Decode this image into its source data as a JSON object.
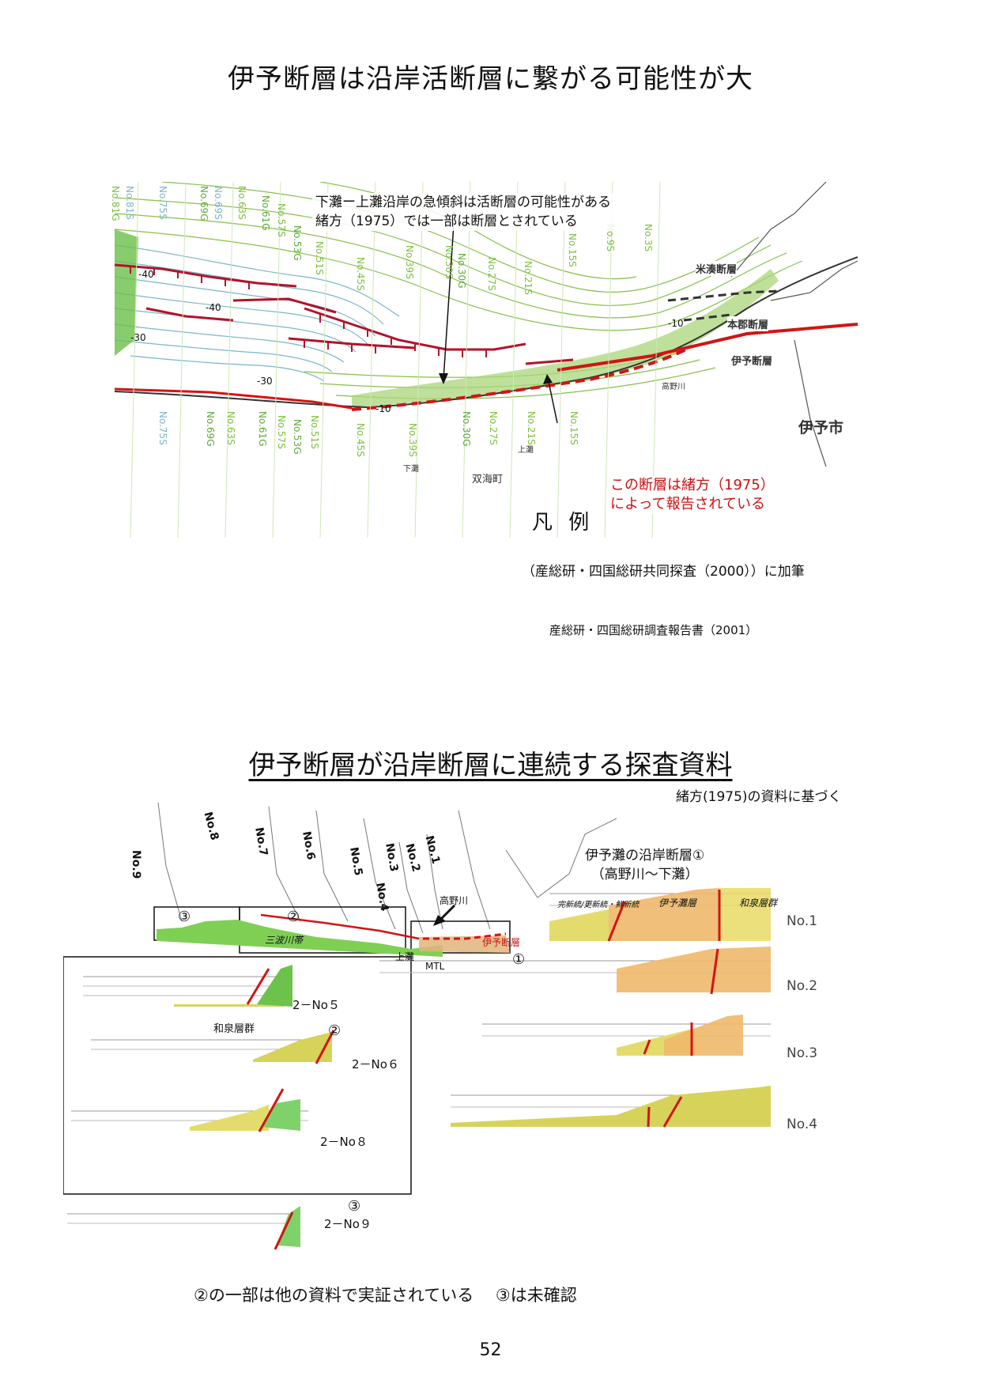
{
  "page": {
    "title1": "伊予断層は沿岸活断層に繋がる可能性が大",
    "title2": "伊予断層が沿岸断層に連続する探査資料",
    "page_number": "52"
  },
  "map1": {
    "annotation_line1": "下灘ー上灘沿岸の急傾斜は活断層の可能性がある",
    "annotation_line2": "緒方（1975）では一部は断層とされている",
    "red_note_line1": "この断層は緒方（1975）",
    "red_note_line2": "によって報告されている",
    "legend_label": "凡 例",
    "place_iyo_city": "伊予市",
    "fault_names": [
      "米湊断層",
      "本郡断層",
      "伊予断層"
    ],
    "place_futami": "双海町",
    "place_shimonada": "下灘",
    "place_kaminada": "上灘",
    "place_takanogawa": "高野川",
    "line_labels_top": [
      "No.81G",
      "No.81S",
      "No.75S",
      "No.69G",
      "No.69S",
      "No.63S",
      "No.61G",
      "No.57S",
      "No.53G",
      "No.51S",
      "No.45S",
      "No.39S",
      "No.30G",
      "No.30S",
      "No.27S",
      "No.21S",
      "No.15S",
      "No.9S",
      "No.3S"
    ],
    "line_labels_bottom": [
      "No.75S",
      "No.69G",
      "No.63S",
      "No.61G",
      "No.57S",
      "No.53G",
      "No.51S",
      "No.45S",
      "No.39S",
      "No.30G",
      "No.27S",
      "No.21S",
      "No.15S"
    ],
    "depth_labels": [
      "-40",
      "-30",
      "-40",
      "-30",
      "-10",
      "-10"
    ],
    "credit": "（産総研・四国総研共同探査（2000））に加筆",
    "source": "産総研・四国総研調査報告書（2001）"
  },
  "map2": {
    "subtitle": "緒方(1975)の資料に基づく",
    "caption_line1": "伊予灘の沿岸断層①",
    "caption_line2": "（高野川～下灘）",
    "survey_lines": [
      "No.9",
      "No.8",
      "No.7",
      "No.6",
      "No.5",
      "No.4",
      "No.3",
      "No.2",
      "No.1"
    ],
    "area_labels": [
      "③",
      "②",
      "①"
    ],
    "sanba": "三波川帯",
    "takanogawa": "高野川",
    "iyo_fault": "伊予断層",
    "kaminada": "上灘",
    "mtl": "MTL",
    "izumi": "和泉層群",
    "profile_headers": [
      "完新統/更新統・鮮新統",
      "伊予灘層",
      "和泉層群"
    ],
    "profiles_left": [
      {
        "label": "2－No５",
        "mark": ""
      },
      {
        "label": "2－No６",
        "mark": "②"
      },
      {
        "label": "2－No８",
        "mark": ""
      },
      {
        "label": "2－No９",
        "mark": "③"
      }
    ],
    "profiles_right": [
      "No.1",
      "No.2",
      "No.3",
      "No.4"
    ],
    "bottom_note": "②の一部は他の資料で実証されている　 ③は未確認"
  },
  "colors": {
    "fault_red": "#d21414",
    "contour_green": "#7cc040",
    "contour_blue": "#7ab6c8",
    "sediment_yellow": "#e6d85a",
    "sediment_orange": "#e8a85a",
    "rock_green": "#6cc24a"
  }
}
